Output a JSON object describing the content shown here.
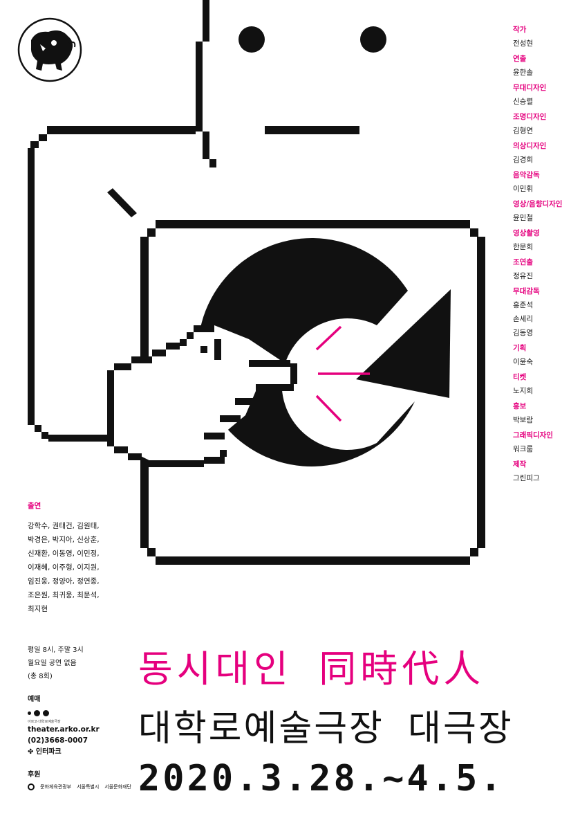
{
  "credits": [
    {
      "role": "작가",
      "names": [
        "전성현"
      ]
    },
    {
      "role": "연출",
      "names": [
        "윤한솔"
      ]
    },
    {
      "role": "무대디자인",
      "names": [
        "신승렬"
      ]
    },
    {
      "role": "조명디자인",
      "names": [
        "김형연"
      ]
    },
    {
      "role": "의상디자인",
      "names": [
        "김경희"
      ]
    },
    {
      "role": "음악감독",
      "names": [
        "이민휘"
      ]
    },
    {
      "role": "영상/음향디자인",
      "names": [
        "윤민철"
      ]
    },
    {
      "role": "영상촬영",
      "names": [
        "한문희"
      ]
    },
    {
      "role": "조연출",
      "names": [
        "정유진"
      ]
    },
    {
      "role": "무대감독",
      "names": [
        "홍준석",
        "손세리",
        "김동영"
      ]
    },
    {
      "role": "기획",
      "names": [
        "이윤숙"
      ]
    },
    {
      "role": "티켓",
      "names": [
        "노지희"
      ]
    },
    {
      "role": "홍보",
      "names": [
        "박보람"
      ]
    },
    {
      "role": "그래픽디자인",
      "names": [
        "워크룸"
      ]
    },
    {
      "role": "제작",
      "names": [
        "그린피그"
      ]
    }
  ],
  "cast": {
    "title": "출연",
    "lines": [
      "강학수, 권태건, 김원태,",
      "박경은, 박지아, 신상훈,",
      "신재환, 이동영, 이민정,",
      "이재혜, 이주형, 이지원,",
      "임진웅, 정양아, 정연종,",
      "조은원, 최귀웅, 최문석,",
      "최지현"
    ]
  },
  "schedule": [
    "평일 8시, 주말 3시",
    "월요일 공연 없음",
    "(총 8회)"
  ],
  "booking": {
    "title": "예매",
    "logo_text": "아르코·대학로예술극장",
    "website": "theater.arko.or.kr",
    "phone": "(02)3668-0007",
    "interpark": "인터파크"
  },
  "sponsor": {
    "title": "후원",
    "org1": "문화체육관광부",
    "org2": "서울특별시",
    "org3": "서울문화재단"
  },
  "title_kr": "동시대인 同時代人",
  "venue": "대학로예술극장 대극장",
  "dates": "2020.3.28.~4.5.",
  "colors": {
    "accent": "#e5007e",
    "ink": "#111111"
  },
  "icons": [
    "pig-logo-icon",
    "cursor-hand-icon",
    "refresh-arrow-icon"
  ]
}
